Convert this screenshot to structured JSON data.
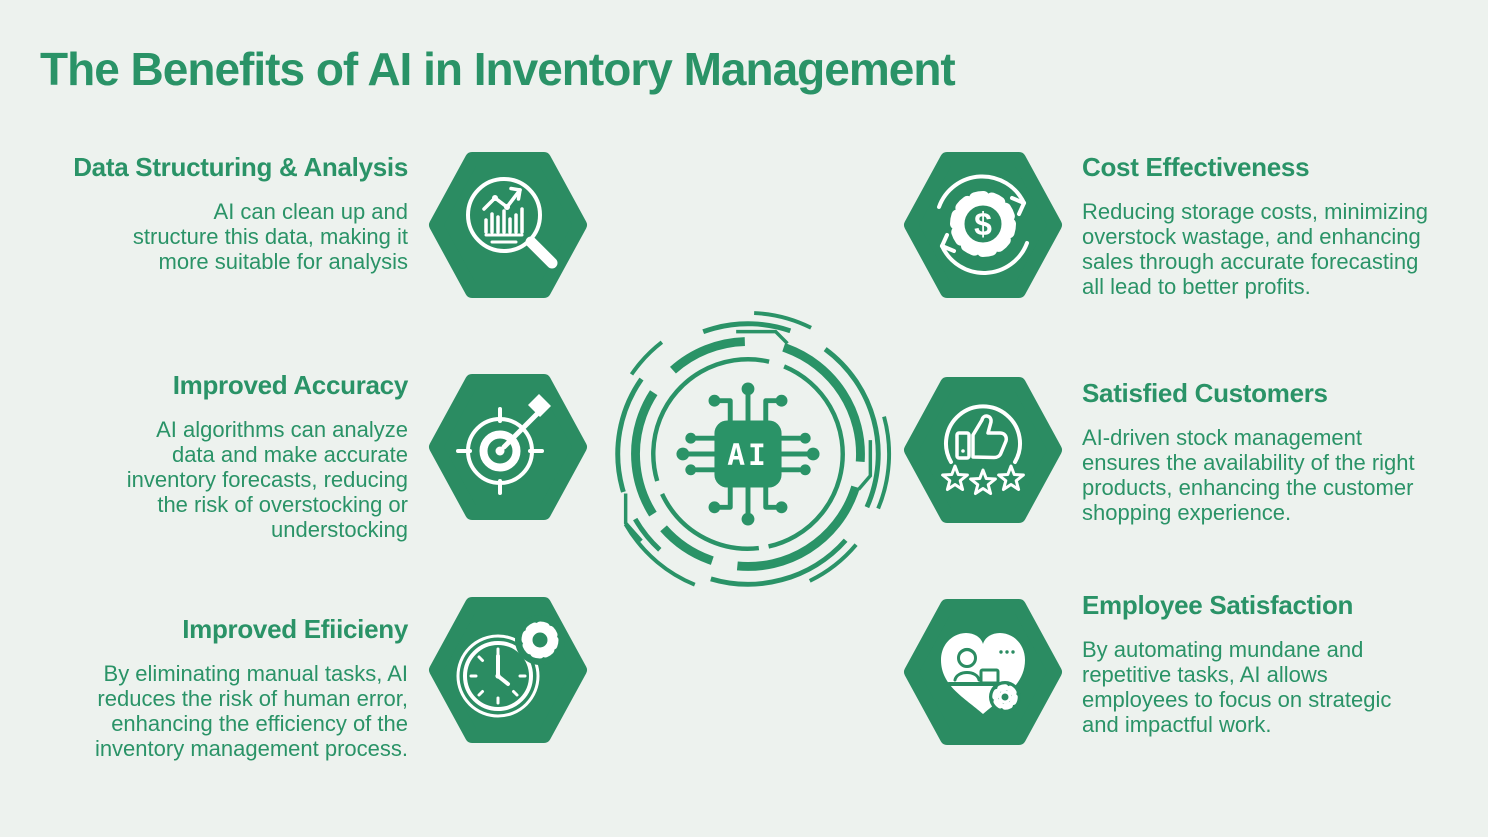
{
  "title": "The Benefits of AI in Inventory Management",
  "colors": {
    "background": "#edf2ee",
    "accent_green": "#2a9367",
    "hexagon_green": "#2b8c62",
    "icon_white": "#ffffff"
  },
  "center": {
    "chip_label": "AI"
  },
  "sections": {
    "left": [
      {
        "heading": "Data Structuring & Analysis",
        "body": "AI can clean up and structure this data, making it more suitable for analysis",
        "icon": "chart-magnifier-icon"
      },
      {
        "heading": "Improved Accuracy",
        "body": "AI algorithms can analyze data and make accurate inventory forecasts, reducing the risk of overstocking or understocking",
        "icon": "target-dart-icon"
      },
      {
        "heading": "Improved Efiicieny",
        "body": "By eliminating manual tasks, AI reduces the risk of human error, enhancing the efficiency of the inventory management process.",
        "icon": "clock-gear-icon"
      }
    ],
    "right": [
      {
        "heading": "Cost Effectiveness",
        "body": "Reducing storage costs, minimizing overstock wastage, and enhancing sales through accurate forecasting all lead to better profits.",
        "icon": "dollar-gear-cycle-icon"
      },
      {
        "heading": "Satisfied Customers",
        "body": "AI-driven stock management ensures the availability of the right products, enhancing the customer shopping experience.",
        "icon": "thumbs-up-stars-icon"
      },
      {
        "heading": "Employee Satisfaction",
        "body": "By automating mundane and repetitive tasks, AI allows employees to focus on strategic and impactful work.",
        "icon": "employee-heart-icon"
      }
    ]
  }
}
